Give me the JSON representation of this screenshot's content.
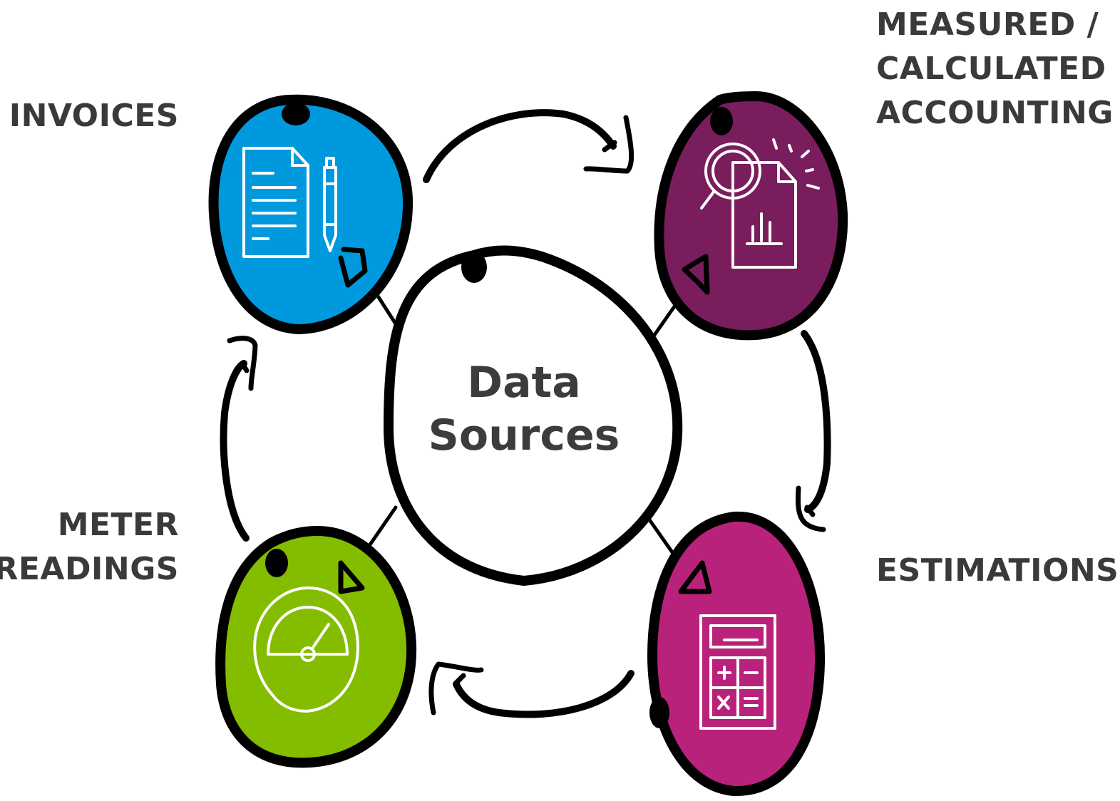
{
  "center": {
    "line1": "Data",
    "line2": "Sources"
  },
  "nodes": {
    "invoices": {
      "line1": "INVOICES",
      "color": "#0099dd",
      "icon": "document-pen-icon"
    },
    "measured": {
      "line1": "MEASURED /",
      "line2": "CALCULATED",
      "line3": "ACCOUNTING",
      "color": "#7a1d5c",
      "icon": "magnifier-report-icon"
    },
    "estimations": {
      "line1": "ESTIMATIONS",
      "color": "#b8227a",
      "icon": "calculator-icon"
    },
    "meter": {
      "line1": "METER",
      "line2": "READINGS",
      "color": "#84bc00",
      "icon": "gauge-icon"
    }
  },
  "colors": {
    "stroke": "#000000",
    "text": "#3a3a3a",
    "background": "#ffffff"
  }
}
